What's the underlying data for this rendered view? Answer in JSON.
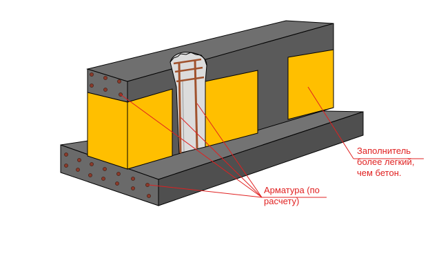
{
  "labels": {
    "filler": "Заполнитель\nболее легкий,\nчем бетон.",
    "rebar": "Арматура (по\nрасчету)"
  },
  "colors": {
    "concrete_top": "#6f6f6f",
    "concrete_front": "#575757",
    "concrete_side": "#4c4c4c",
    "filler": "#ffbf00",
    "rebar": "#a0522d",
    "rebar_dot": "#8b3a2a",
    "cavity": "#dcdcdc",
    "annotation": "#e02020"
  },
  "icons": {
    "rebar_dot": "circle"
  }
}
